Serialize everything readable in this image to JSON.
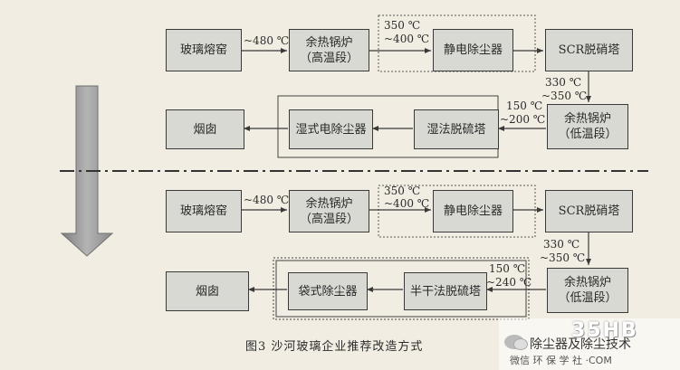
{
  "top": {
    "furnace": "玻璃熔窑",
    "temp_furnace_out": "~480 ℃",
    "boiler_high": [
      "余热锅炉",
      "（高温段）"
    ],
    "temp_esp_in": [
      "350 ℃",
      "~400 ℃"
    ],
    "esp": "静电除尘器",
    "scr": "SCR脱硝塔",
    "temp_scr_out": [
      "330 ℃",
      "~350 ℃"
    ],
    "boiler_low": [
      "余热锅炉",
      "（低温段）"
    ],
    "temp_desulf_in": [
      "150 ℃",
      "~200 ℃"
    ],
    "desulf": "湿法脱硫塔",
    "dust": "湿式电除尘器",
    "chimney": "烟囱"
  },
  "bottom": {
    "furnace": "玻璃熔窑",
    "temp_furnace_out": "~480 ℃",
    "boiler_high": [
      "余热锅炉",
      "（高温段）"
    ],
    "temp_esp_in": [
      "350 ℃",
      "~400 ℃"
    ],
    "esp": "静电除尘器",
    "scr": "SCR脱硝塔",
    "temp_scr_out": [
      "330 ℃",
      "~350 ℃"
    ],
    "boiler_low": [
      "余热锅炉",
      "（低温段）"
    ],
    "temp_desulf_in": [
      "150 ℃",
      "~240 ℃"
    ],
    "desulf": "半干法脱硫塔",
    "dust": "袋式除尘器",
    "chimney": "烟囱"
  },
  "caption": "图3   沙河玻璃企业推荐改造方式",
  "watermark": {
    "logo": "35HB",
    "title": "除尘器及除尘技术",
    "subtitle": "微信  环 保 学 社 ·COM"
  },
  "colors": {
    "background": "#f2ede3",
    "box_fill": "#d9d9d4",
    "line": "#3a3a3a",
    "big_arrow": "#9a9a9a"
  }
}
